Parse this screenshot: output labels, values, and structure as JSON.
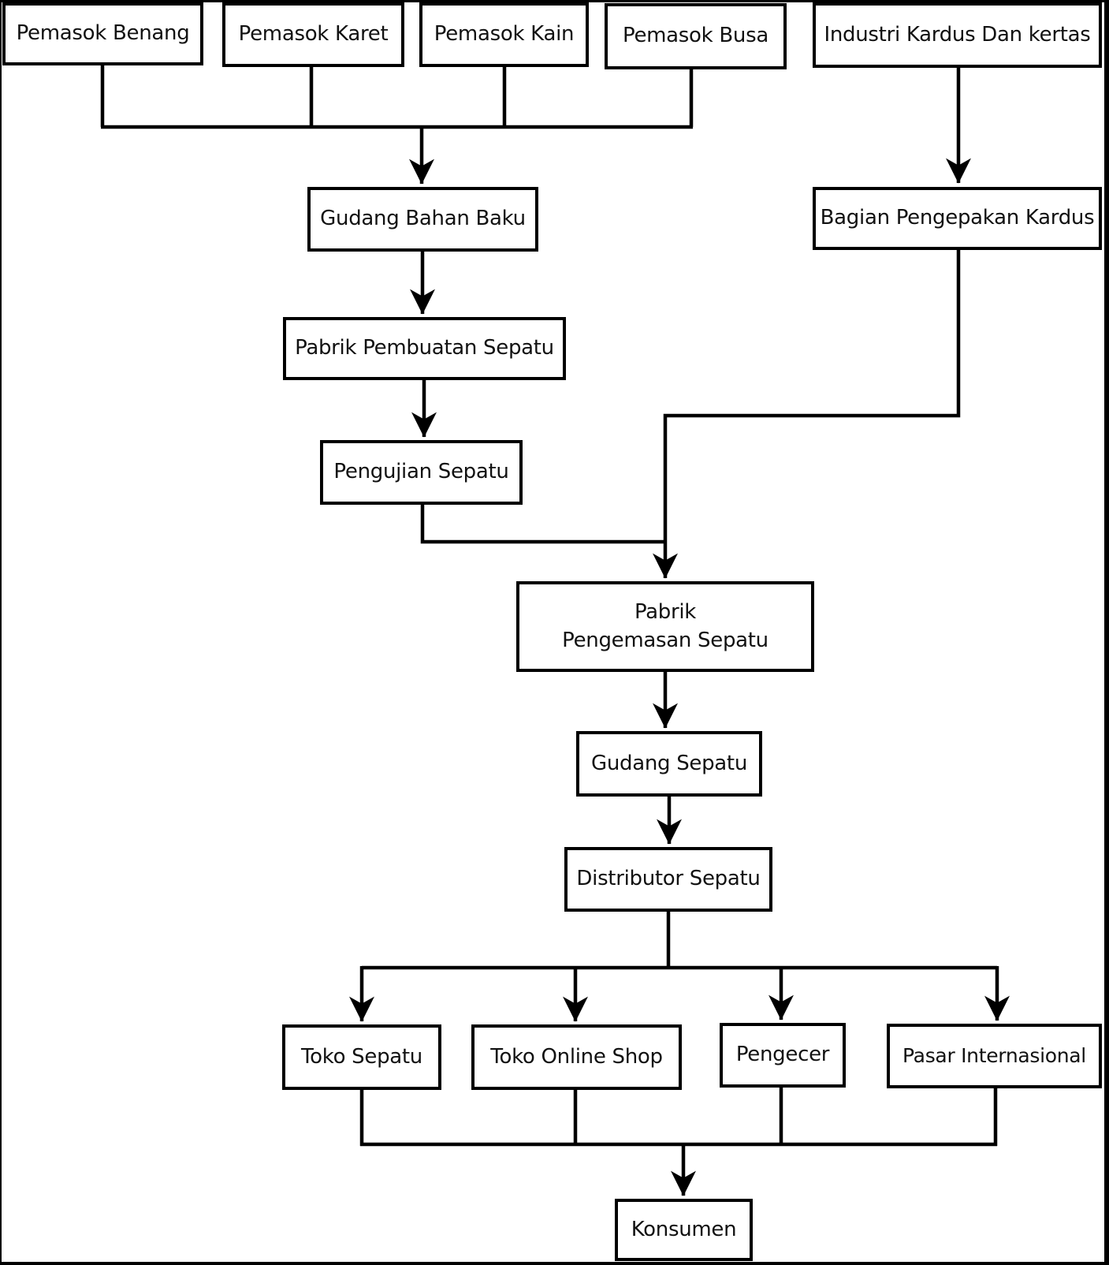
{
  "diagram": {
    "title": "Supply chain flowchart (shoe production and distribution)",
    "colors": {
      "line": "#000000",
      "box_fill": "#ffffff",
      "text": "#111111",
      "background": "#ffffff"
    },
    "nodes": {
      "pemasok_benang": {
        "label": "Pemasok Benang"
      },
      "pemasok_karet": {
        "label": "Pemasok Karet"
      },
      "pemasok_kain": {
        "label": "Pemasok Kain"
      },
      "pemasok_busa": {
        "label": "Pemasok Busa"
      },
      "industri_kardus": {
        "label": "Industri Kardus Dan kertas"
      },
      "gudang_bahan_baku": {
        "label": "Gudang Bahan Baku"
      },
      "bagian_pengepakan_kardus": {
        "label": "Bagian Pengepakan Kardus"
      },
      "pabrik_pembuatan_sepatu": {
        "label": "Pabrik Pembuatan Sepatu"
      },
      "pengujian_sepatu": {
        "label": "Pengujian Sepatu"
      },
      "pabrik_pengemasan_sepatu": {
        "label_line1": "Pabrik",
        "label_line2": "Pengemasan Sepatu"
      },
      "gudang_sepatu": {
        "label": "Gudang Sepatu"
      },
      "distributor_sepatu": {
        "label": "Distributor Sepatu"
      },
      "toko_sepatu": {
        "label": "Toko Sepatu"
      },
      "toko_online_shop": {
        "label": "Toko Online Shop"
      },
      "pengecer": {
        "label": "Pengecer"
      },
      "pasar_internasional": {
        "label": "Pasar Internasional"
      },
      "konsumen": {
        "label": "Konsumen"
      }
    },
    "edges": [
      {
        "from": "Pemasok Benang",
        "to": "Gudang Bahan Baku"
      },
      {
        "from": "Pemasok Karet",
        "to": "Gudang Bahan Baku"
      },
      {
        "from": "Pemasok Kain",
        "to": "Gudang Bahan Baku"
      },
      {
        "from": "Pemasok Busa",
        "to": "Gudang Bahan Baku"
      },
      {
        "from": "Industri Kardus Dan kertas",
        "to": "Bagian Pengepakan Kardus"
      },
      {
        "from": "Gudang Bahan Baku",
        "to": "Pabrik Pembuatan Sepatu"
      },
      {
        "from": "Pabrik Pembuatan Sepatu",
        "to": "Pengujian Sepatu"
      },
      {
        "from": "Pengujian Sepatu",
        "to": "Pabrik Pengemasan Sepatu"
      },
      {
        "from": "Bagian Pengepakan Kardus",
        "to": "Pabrik Pengemasan Sepatu"
      },
      {
        "from": "Pabrik Pengemasan Sepatu",
        "to": "Gudang Sepatu"
      },
      {
        "from": "Gudang Sepatu",
        "to": "Distributor Sepatu"
      },
      {
        "from": "Distributor Sepatu",
        "to": "Toko Sepatu"
      },
      {
        "from": "Distributor Sepatu",
        "to": "Toko Online Shop"
      },
      {
        "from": "Distributor Sepatu",
        "to": "Pengecer"
      },
      {
        "from": "Distributor Sepatu",
        "to": "Pasar Internasional"
      },
      {
        "from": "Toko Sepatu",
        "to": "Konsumen"
      },
      {
        "from": "Toko Online Shop",
        "to": "Konsumen"
      },
      {
        "from": "Pengecer",
        "to": "Konsumen"
      },
      {
        "from": "Pasar Internasional",
        "to": "Konsumen"
      }
    ]
  }
}
